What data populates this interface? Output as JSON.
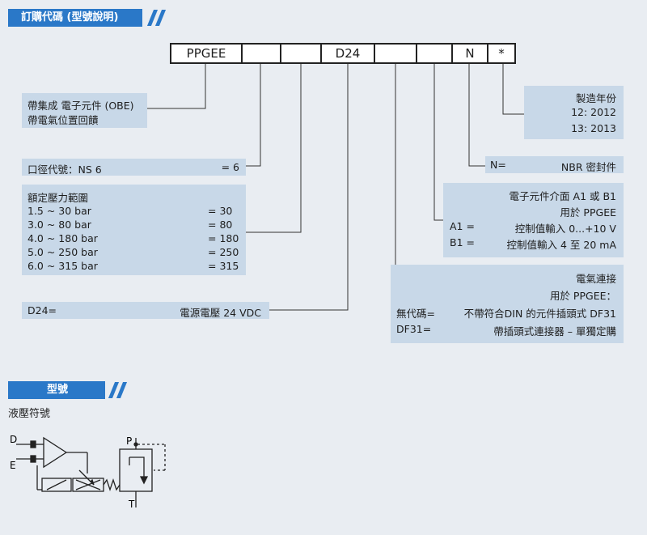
{
  "header1": {
    "title": "訂購代碼 (型號說明)"
  },
  "code": {
    "c1": "PPGEE",
    "c2": "",
    "c3": "",
    "c4": "D24",
    "c5": "",
    "c6": "",
    "c7": "N",
    "c8": "*"
  },
  "obe": {
    "line1": "帶集成 電子元件 (OBE)",
    "line2": "帶電氣位置回饋"
  },
  "size": {
    "label": "口徑代號：NS 6",
    "value": "= 6"
  },
  "pressure": {
    "title": "額定壓力範圍",
    "rows": [
      {
        "range": "1.5 ~ 30 bar",
        "value": "= 30"
      },
      {
        "range": "3.0 ~ 80 bar",
        "value": "= 80"
      },
      {
        "range": "4.0 ~ 180 bar",
        "value": "= 180"
      },
      {
        "range": "5.0 ~ 250 bar",
        "value": "= 250"
      },
      {
        "range": "6.0 ~ 315 bar",
        "value": "= 315"
      }
    ]
  },
  "voltage": {
    "code": "D24=",
    "desc": "電源電壓 24 VDC"
  },
  "year": {
    "title": "製造年份",
    "l1": "12: 2012",
    "l2": "13: 2013"
  },
  "seal": {
    "code": "N=",
    "desc": "NBR 密封件"
  },
  "interface": {
    "title": "電子元件介面 A1 或 B1",
    "sub": "用於 PPGEE",
    "a1_code": "A1 =",
    "a1_desc": "控制值輸入 0...+10 V",
    "b1_code": "B1 =",
    "b1_desc": "控制值輸入 4 至 20 mA"
  },
  "electrical": {
    "title": "電氣連接",
    "sub": "用於 PPGEE：",
    "r1_code": "無代碼=",
    "r1_desc": "不帶符合DIN 的元件插頭式 DF31",
    "r2_code": "DF31=",
    "r2_desc": "帶插頭式連接器 – 單獨定購"
  },
  "header2": {
    "title": "型號"
  },
  "symbol": {
    "caption": "液壓符號",
    "D": "D",
    "E": "E",
    "P": "P",
    "T": "T"
  },
  "colors": {
    "accent": "#2a78c8",
    "panel": "#c8d8e8",
    "background": "#e9edf2"
  }
}
